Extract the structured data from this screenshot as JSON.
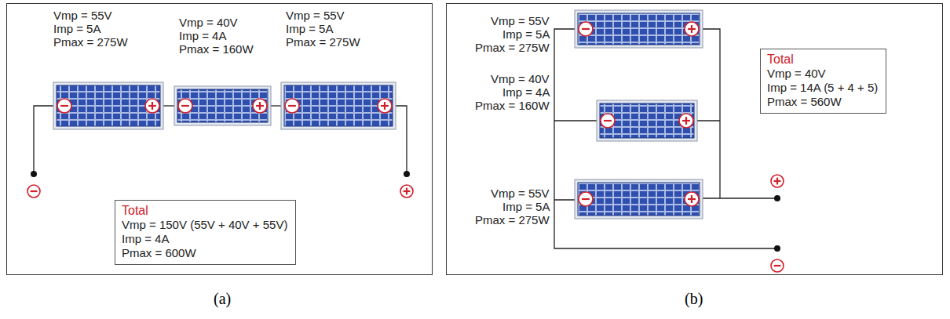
{
  "diagram": {
    "nodes": [
      {
        "text": [
          "Total",
          "Vmp = 150V (55V + 40V + 55V)",
          "Imp = 4A",
          "Pmax = 600W"
        ]
      },
      {
        "text": [
          "Total",
          "Vmp = 40V",
          "Imp = 14A (5 + 4 + 5)",
          "Pmax = 560W"
        ]
      }
    ],
    "labels": [
      "Vmp = 55V",
      "Imp = 5A",
      "Pmax = 275W",
      "Vmp = 40V",
      "Imp = 4A",
      "Pmax = 160W",
      "Vmp = 55V",
      "Imp = 5A",
      "Pmax = 275W",
      "Vmp = 55V",
      "Imp = 5A",
      "Pmax = 275W",
      "Vmp = 40V",
      "Imp = 4A",
      "Pmax = 160W",
      "Vmp = 55V",
      "Imp = 5A",
      "Pmax = 275W",
      "(a)",
      "(b)"
    ]
  }
}
